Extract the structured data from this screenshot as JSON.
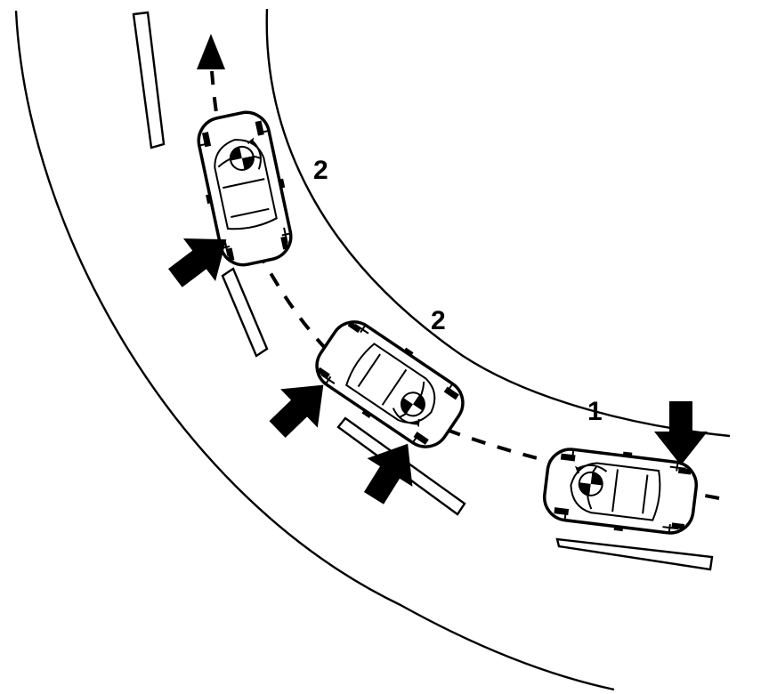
{
  "diagram": {
    "phase_labels": [
      {
        "id": "car-1",
        "text": "1"
      },
      {
        "id": "car-2a",
        "text": "2"
      },
      {
        "id": "car-2b",
        "text": "2"
      }
    ],
    "icons": [
      "car-icon",
      "force-arrow-icon",
      "direction-arrow-icon",
      "center-of-gravity-icon"
    ],
    "colors": {
      "ink": "#000000",
      "paper": "#ffffff"
    }
  }
}
